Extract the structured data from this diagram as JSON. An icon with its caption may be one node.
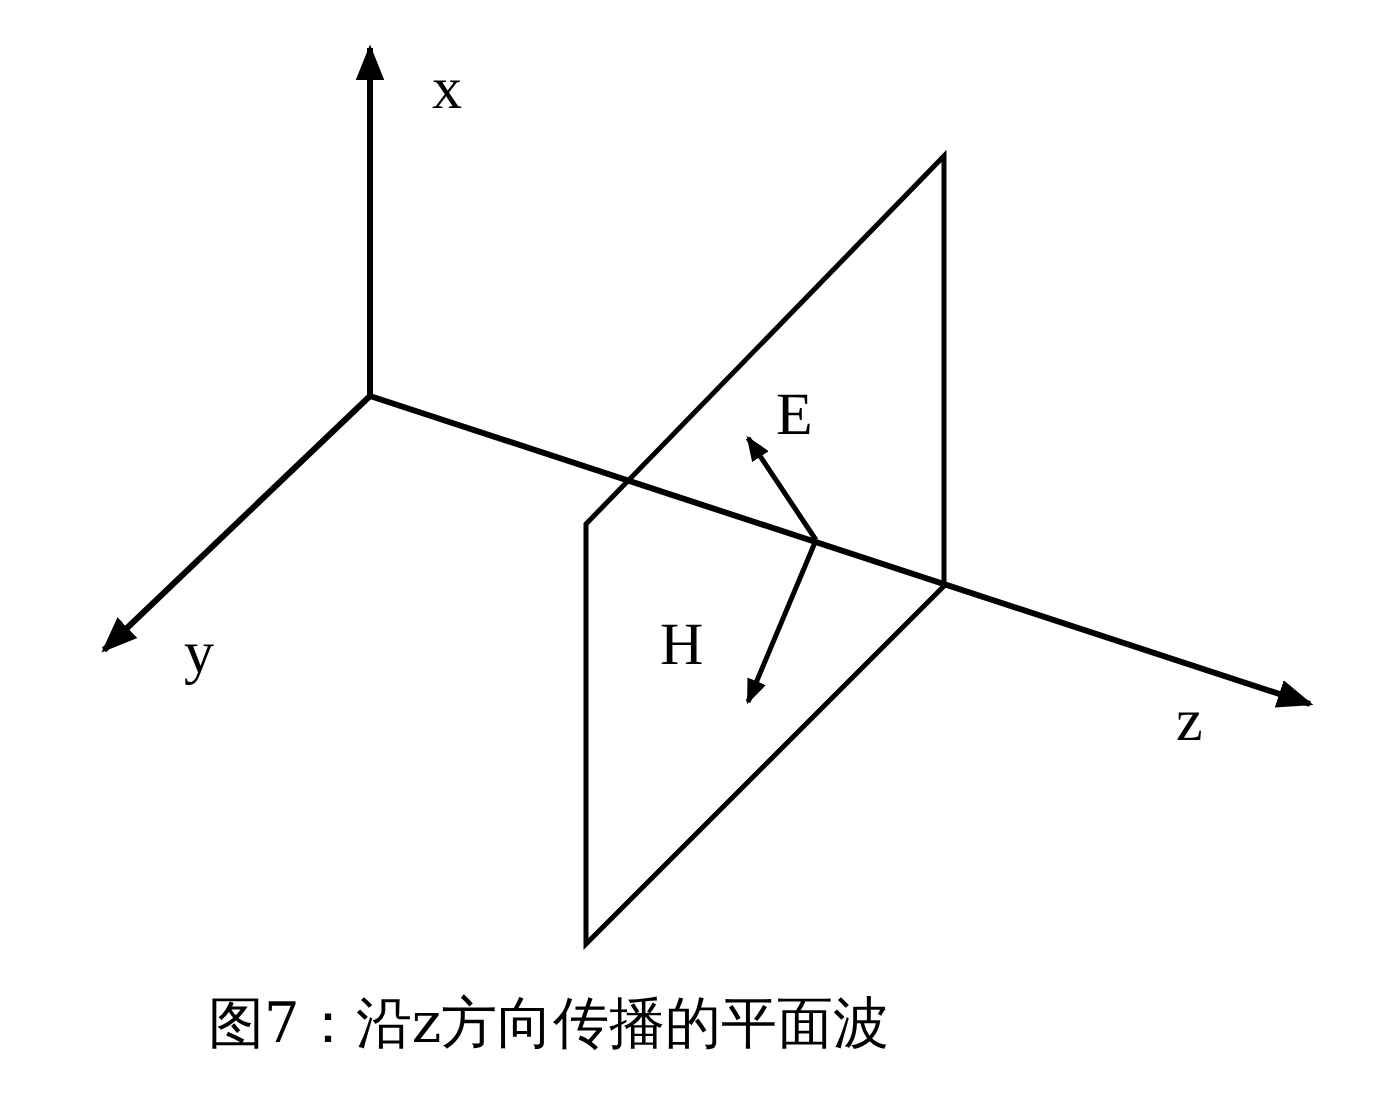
{
  "diagram": {
    "caption": "图7：沿z方向传播的平面波",
    "labels": [
      "x",
      "E",
      "y",
      "H",
      "z"
    ]
  }
}
